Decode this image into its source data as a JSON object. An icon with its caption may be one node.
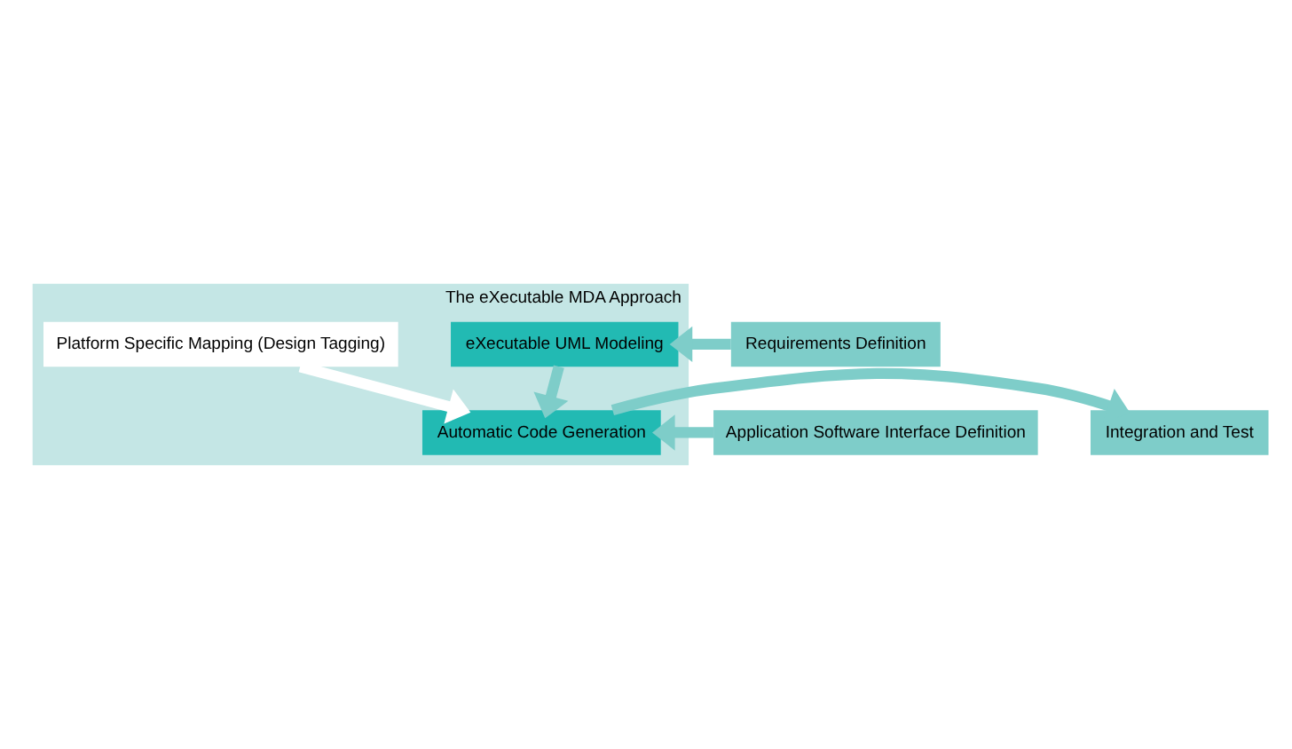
{
  "diagram": {
    "nodes": [
      {
        "text": [
          "The eXecutable MDA Approach"
        ]
      },
      {
        "text": [
          "Requirements Definition"
        ]
      },
      {
        "text": [
          "eXecutable UML Modeling"
        ],
        "in": 0
      },
      {
        "text": [
          "Platform Specific Mapping (Design Tagging)"
        ],
        "in": 0
      },
      {
        "text": [
          "Application Software Interface Definition"
        ]
      },
      {
        "text": [
          "Automatic Code Generation"
        ],
        "in": 0
      },
      {
        "text": [
          "Integration and Test"
        ]
      }
    ],
    "edges": [
      {
        "from": 1,
        "to": 2,
        "arrow": "to"
      },
      {
        "from": 2,
        "to": 5,
        "arrow": "to"
      },
      {
        "from": 3,
        "to": 5,
        "arrow": "to",
        "color": "#ffffff"
      },
      {
        "from": 4,
        "to": 5,
        "arrow": "to"
      },
      {
        "from": 5,
        "to": 6,
        "arrow": "to"
      }
    ]
  }
}
